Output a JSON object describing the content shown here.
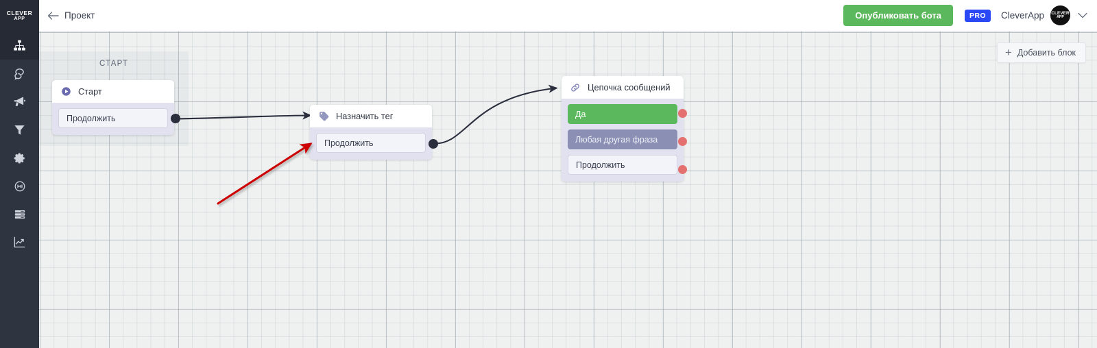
{
  "sidebar": {
    "logo": {
      "line1": "CLEVER",
      "line2": "APP"
    },
    "items": [
      {
        "icon": "sitemap-icon",
        "name": "flows",
        "active": true
      },
      {
        "icon": "chat-icon",
        "name": "dialogs",
        "active": false
      },
      {
        "icon": "megaphone-icon",
        "name": "broadcasts",
        "active": false
      },
      {
        "icon": "funnel-icon",
        "name": "funnels",
        "active": false
      },
      {
        "icon": "gear-icon",
        "name": "settings",
        "active": false
      },
      {
        "icon": "headset-icon",
        "name": "support",
        "active": false
      },
      {
        "icon": "list-icon",
        "name": "database",
        "active": false
      },
      {
        "icon": "chart-icon",
        "name": "analytics",
        "active": false
      }
    ]
  },
  "header": {
    "back_icon": "arrow-left-icon",
    "project_title": "Проект",
    "publish_label": "Опубликовать бота",
    "pro_badge": "PRO",
    "user_name": "CleverApp",
    "avatar": {
      "line1": "CLEVER",
      "line2": "APP"
    },
    "chevron_icon": "chevron-down-icon"
  },
  "canvas": {
    "add_block": {
      "label": "Добавить блок",
      "icon": "plus-icon"
    },
    "group_label": "СТАРТ",
    "nodes": [
      {
        "id": "start",
        "icon": "play-icon",
        "title": "Старт",
        "rows": [
          {
            "label": "Продолжить",
            "style": "plain"
          }
        ]
      },
      {
        "id": "assign-tag",
        "icon": "tag-icon",
        "title": "Назначить тег",
        "rows": [
          {
            "label": "Продолжить",
            "style": "plain"
          }
        ]
      },
      {
        "id": "message-chain",
        "icon": "link-icon",
        "title": "Цепочка сообщений",
        "rows": [
          {
            "label": "Да",
            "style": "green"
          },
          {
            "label": "Любая другая фраза",
            "style": "violet"
          },
          {
            "label": "Продолжить",
            "style": "plain"
          }
        ]
      }
    ]
  },
  "colors": {
    "sidebar_bg": "#2f3441",
    "accent_green": "#5cb85c",
    "pro_blue": "#2a48f5",
    "node_body": "#e2e1ef",
    "row_violet": "#8b8fb4",
    "dot_red": "#e4716f",
    "edge_dark": "#2b2f3d",
    "annotation_red": "#cc0000",
    "canvas_bg": "#eef1f0"
  }
}
